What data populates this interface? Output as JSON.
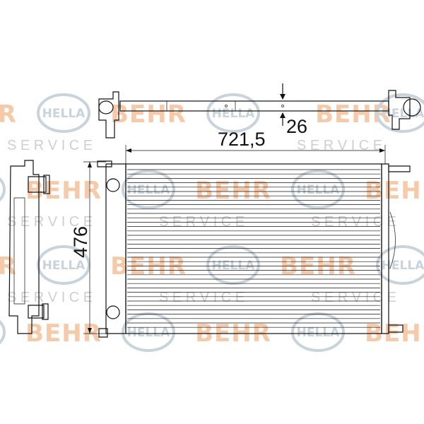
{
  "watermark": {
    "brand_a": "BEHR",
    "brand_b": "HELLA",
    "service": "S E R V I C E",
    "colors": {
      "behr": "#f6c9a8",
      "hella": "#c9d3dc",
      "service": "#cfcfcf"
    }
  },
  "dimensions": {
    "width": "721,5",
    "height": "476",
    "depth": "26"
  }
}
